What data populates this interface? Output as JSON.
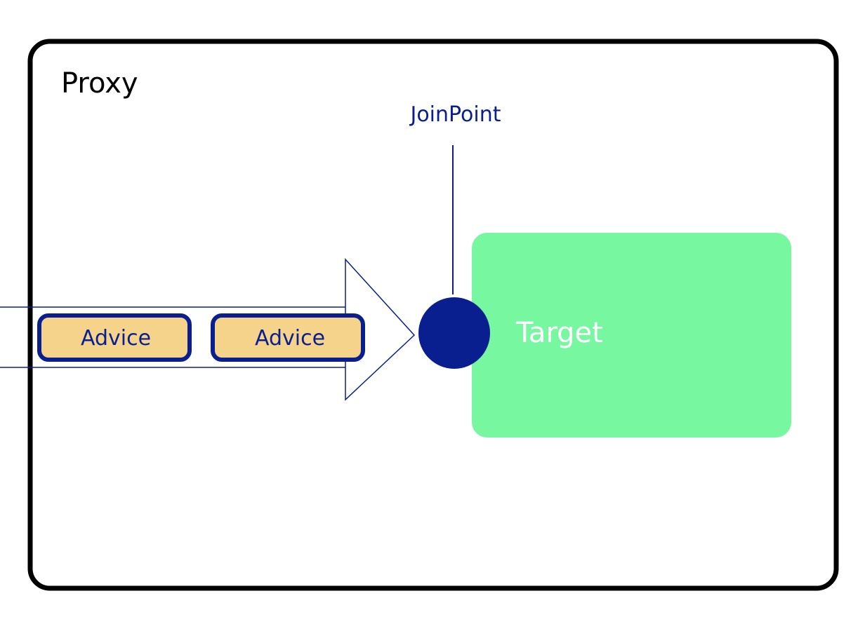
{
  "proxy": {
    "label": "Proxy"
  },
  "joinpoint": {
    "label": "JoinPoint"
  },
  "advices": [
    {
      "label": "Advice"
    },
    {
      "label": "Advice"
    }
  ],
  "target": {
    "label": "Target"
  },
  "colors": {
    "proxy_border": "#000000",
    "navy": "#0a1f8f",
    "advice_fill": "#f6d38b",
    "target_fill": "#77f7a0",
    "target_text": "#ffffff",
    "joinpoint_circle": "#0a1f8f"
  }
}
